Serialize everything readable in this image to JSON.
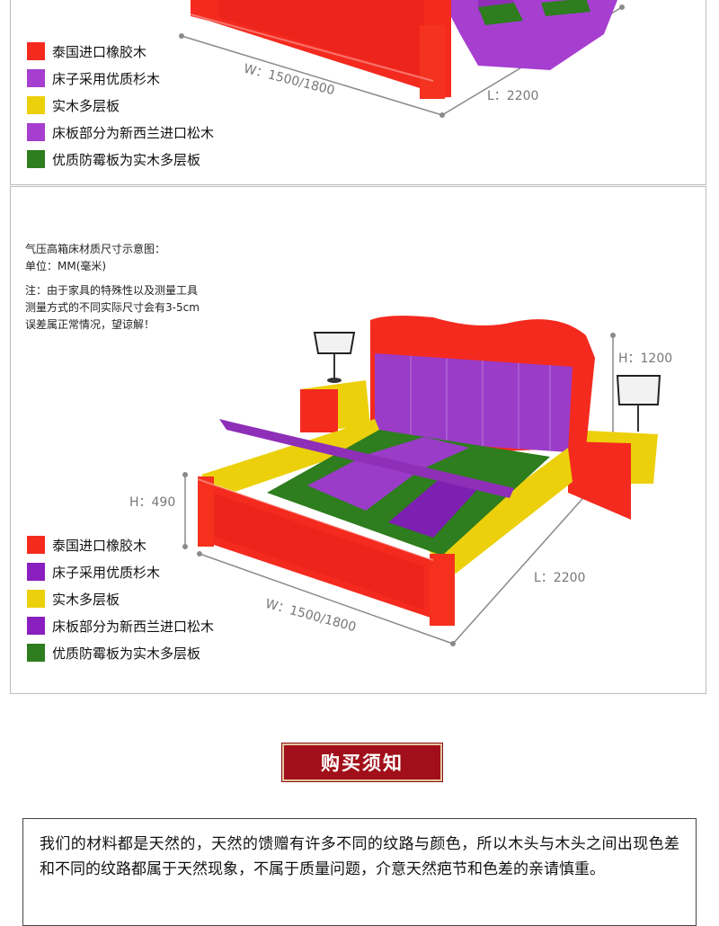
{
  "colors": {
    "red": "#f42a1f",
    "purple": "#9a3cc8",
    "dark_purple": "#7d1fb0",
    "yellow": "#ecd00b",
    "green": "#2e7d1e"
  },
  "panel1": {
    "legend": [
      {
        "label": "泰国进口橡胶木",
        "color": "#f42a1f"
      },
      {
        "label": "床子采用优质杉木",
        "color": "#a63fd0"
      },
      {
        "label": "实木多层板",
        "color": "#ecd00b"
      },
      {
        "label": "床板部分为新西兰进口松木",
        "color": "#a63fd0"
      },
      {
        "label": "优质防霉板为实木多层板",
        "color": "#2e7d1e"
      }
    ],
    "dim_w": "W：1500/1800",
    "dim_l": "L：2200"
  },
  "panel2": {
    "notes": {
      "title": "气压高箱床材质尺寸示意图：",
      "unit": "单位：MM(毫米)",
      "note_lines": [
        "注：由于家具的特殊性以及测量工具",
        "测量方式的不同实际尺寸会有3-5cm",
        "误差属正常情况，望谅解！"
      ]
    },
    "legend": [
      {
        "label": "泰国进口橡胶木",
        "color": "#f42a1f"
      },
      {
        "label": "床子采用优质杉木",
        "color": "#8a1fc0"
      },
      {
        "label": "实木多层板",
        "color": "#ecd00b"
      },
      {
        "label": "床板部分为新西兰进口松木",
        "color": "#8a1fc0"
      },
      {
        "label": "优质防霉板为实木多层板",
        "color": "#2e7d1e"
      }
    ],
    "dim_h_head": "H：1200",
    "dim_h_side": "H：490",
    "dim_l": "L：2200",
    "dim_w": "W：1500/1800"
  },
  "notice": {
    "title": "购买须知",
    "text": "我们的材料都是天然的，天然的馈赠有许多不同的纹路与颜色，所以木头与木头之间出现色差和不同的纹路都属于天然现象，不属于质量问题，介意天然疤节和色差的亲请慎重。"
  }
}
